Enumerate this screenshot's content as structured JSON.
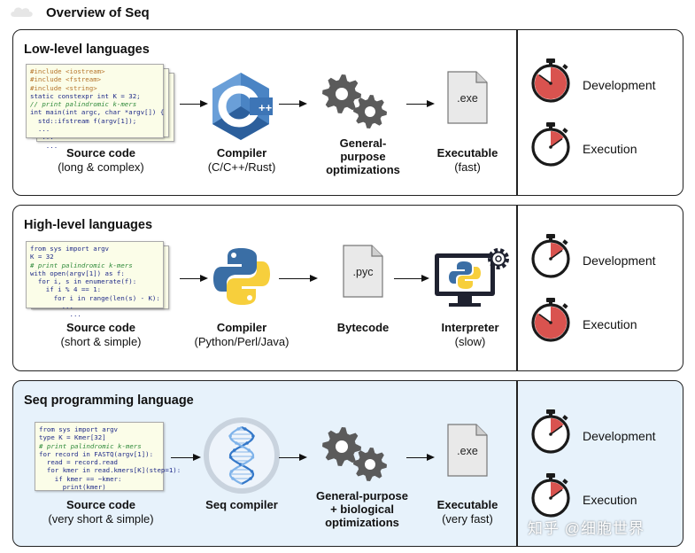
{
  "title": "Overview of Seq",
  "watermark": "知乎 @细胞世界",
  "colors": {
    "timer_fill": "#d9534f",
    "seq_panel_bg": "#e7f2fb",
    "code_bg": "#fbfde8",
    "python_blue": "#3a6ea5",
    "python_yellow": "#f7cf3c",
    "cpp_blue": "#4a84c4",
    "gear_gray": "#5b5b5b",
    "dna_blue": "#3478c9"
  },
  "panels": {
    "low": {
      "title": "Low-level languages",
      "code": [
        "#include <iostream>",
        "#include <fstream>",
        "#include <string>",
        "static constexpr int K = 32;",
        "// print palindromic k-mers",
        "int main(int argc, char *argv[]) {",
        "  std::ifstream f(argv[1]);",
        "  ...",
        "   ...",
        "    ..."
      ],
      "source_label": "Source code",
      "source_sub": "(long & complex)",
      "compiler_icon": "cpp-logo",
      "compiler_label": "Compiler",
      "compiler_sub": "(C/C++/Rust)",
      "opt_icon": "gears-icon",
      "opt_label_lines": [
        "General-",
        "purpose",
        "optimizations"
      ],
      "output_file": ".exe",
      "output_label": "Executable",
      "output_sub": "(fast)",
      "development_label": "Development",
      "execution_label": "Execution",
      "development_fraction": 0.85,
      "execution_fraction": 0.15
    },
    "high": {
      "title": "High-level languages",
      "code": [
        "from sys import argv",
        "K = 32",
        "# print palindromic k-mers",
        "with open(argv[1]) as f:",
        "  for i, s in enumerate(f):",
        "    if i % 4 == 1:",
        "      for i in range(len(s) - K):",
        "        ...",
        "          ..."
      ],
      "source_label": "Source code",
      "source_sub": "(short & simple)",
      "compiler_icon": "python-logo",
      "compiler_label": "Compiler",
      "compiler_sub": "(Python/Perl/Java)",
      "output_file": ".pyc",
      "output_label": "Bytecode",
      "interp_icon": "monitor-python-gear-icon",
      "interp_label": "Interpreter",
      "interp_sub": "(slow)",
      "development_label": "Development",
      "execution_label": "Execution",
      "development_fraction": 0.15,
      "execution_fraction": 0.85
    },
    "seq": {
      "title": "Seq programming language",
      "code": [
        "from sys import argv",
        "type K = Kmer[32]",
        "# print palindromic k-mers",
        "for record in FASTQ(argv[1]):",
        "  read = record.read",
        "  for kmer in read.kmers[K](step=1):",
        "    if kmer == ~kmer:",
        "      print(kmer)"
      ],
      "source_label": "Source code",
      "source_sub": "(very short & simple)",
      "compiler_icon": "dna-helix-logo",
      "compiler_label": "Seq compiler",
      "opt_icon": "gears-icon",
      "opt_label_lines": [
        "General-purpose",
        "+ biological",
        "optimizations"
      ],
      "output_file": ".exe",
      "output_label": "Executable",
      "output_sub": "(very fast)",
      "development_label": "Development",
      "execution_label": "Execution",
      "development_fraction": 0.15,
      "execution_fraction": 0.15
    }
  }
}
